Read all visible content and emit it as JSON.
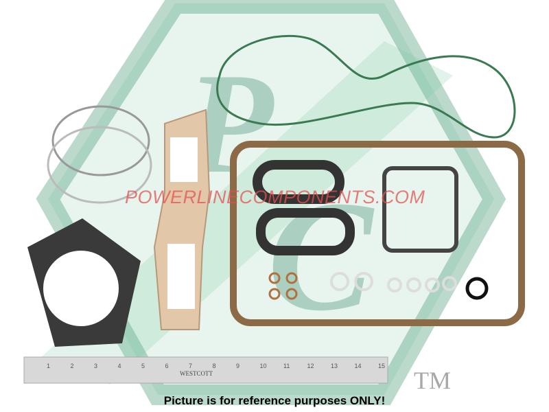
{
  "watermark": {
    "text": "POWERLINECOMPONENTS.COM",
    "logo_letters": "PC",
    "color": "#e65050",
    "logo_color": "#2f8f6a"
  },
  "ruler": {
    "brand": "WESTCOTT",
    "inch_labels": [
      "1",
      "2",
      "3",
      "4",
      "5",
      "6",
      "7",
      "8",
      "9",
      "10",
      "11",
      "12",
      "13",
      "14",
      "15"
    ]
  },
  "trademark": "TM",
  "caption": "Picture is for reference purposes ONLY!"
}
